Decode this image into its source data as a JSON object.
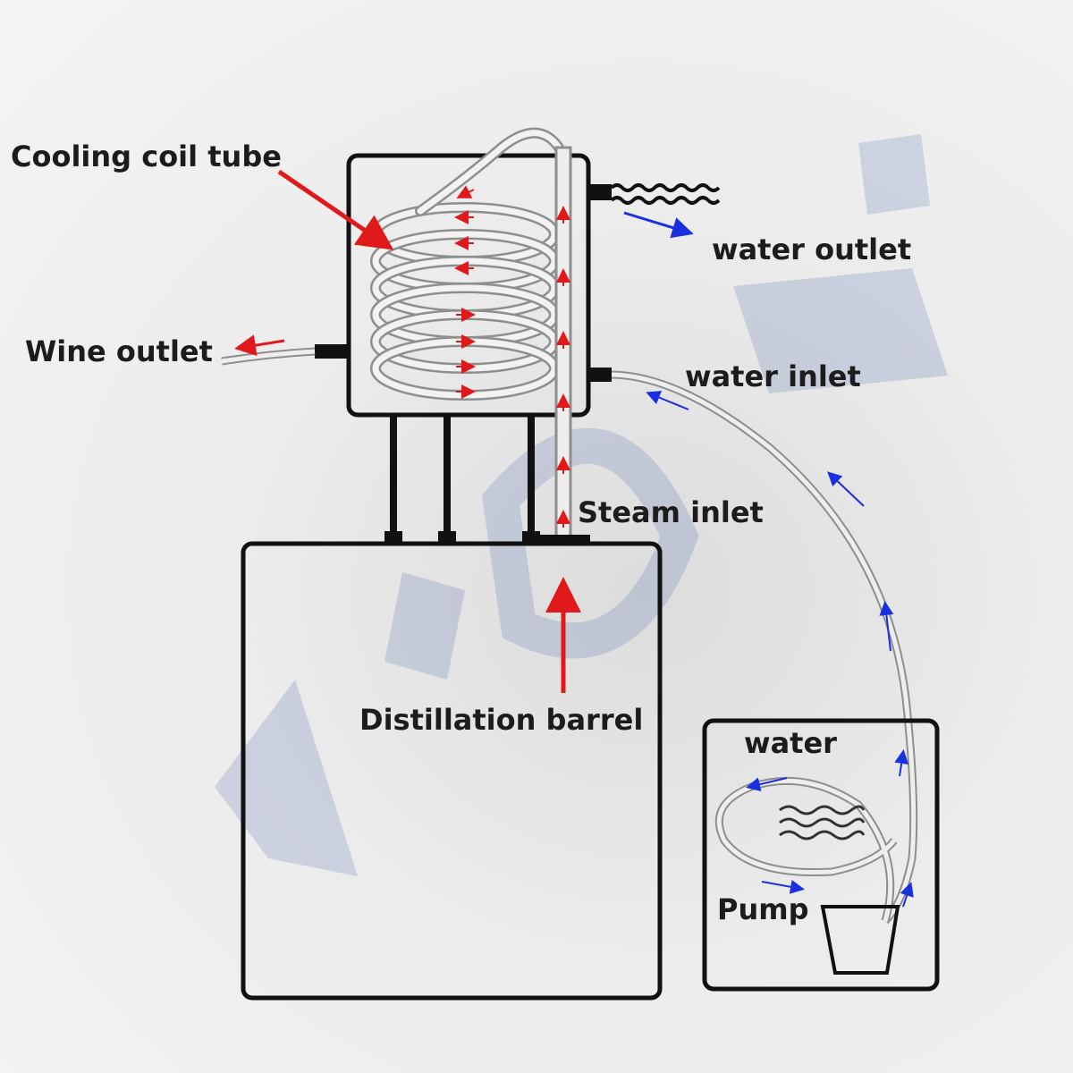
{
  "labels": {
    "cooling_coil": "Cooling coil tube",
    "water_outlet": "water outlet",
    "wine_outlet": "Wine outlet",
    "water_inlet": "water inlet",
    "steam_inlet": "Steam inlet",
    "distillation_barrel": "Distillation barrel",
    "water": "water",
    "pump": "Pump"
  },
  "colors": {
    "steam_flow": "#e01a1a",
    "water_flow": "#1a2fe0",
    "outline": "#111111",
    "tube": "#8e8e8e"
  }
}
